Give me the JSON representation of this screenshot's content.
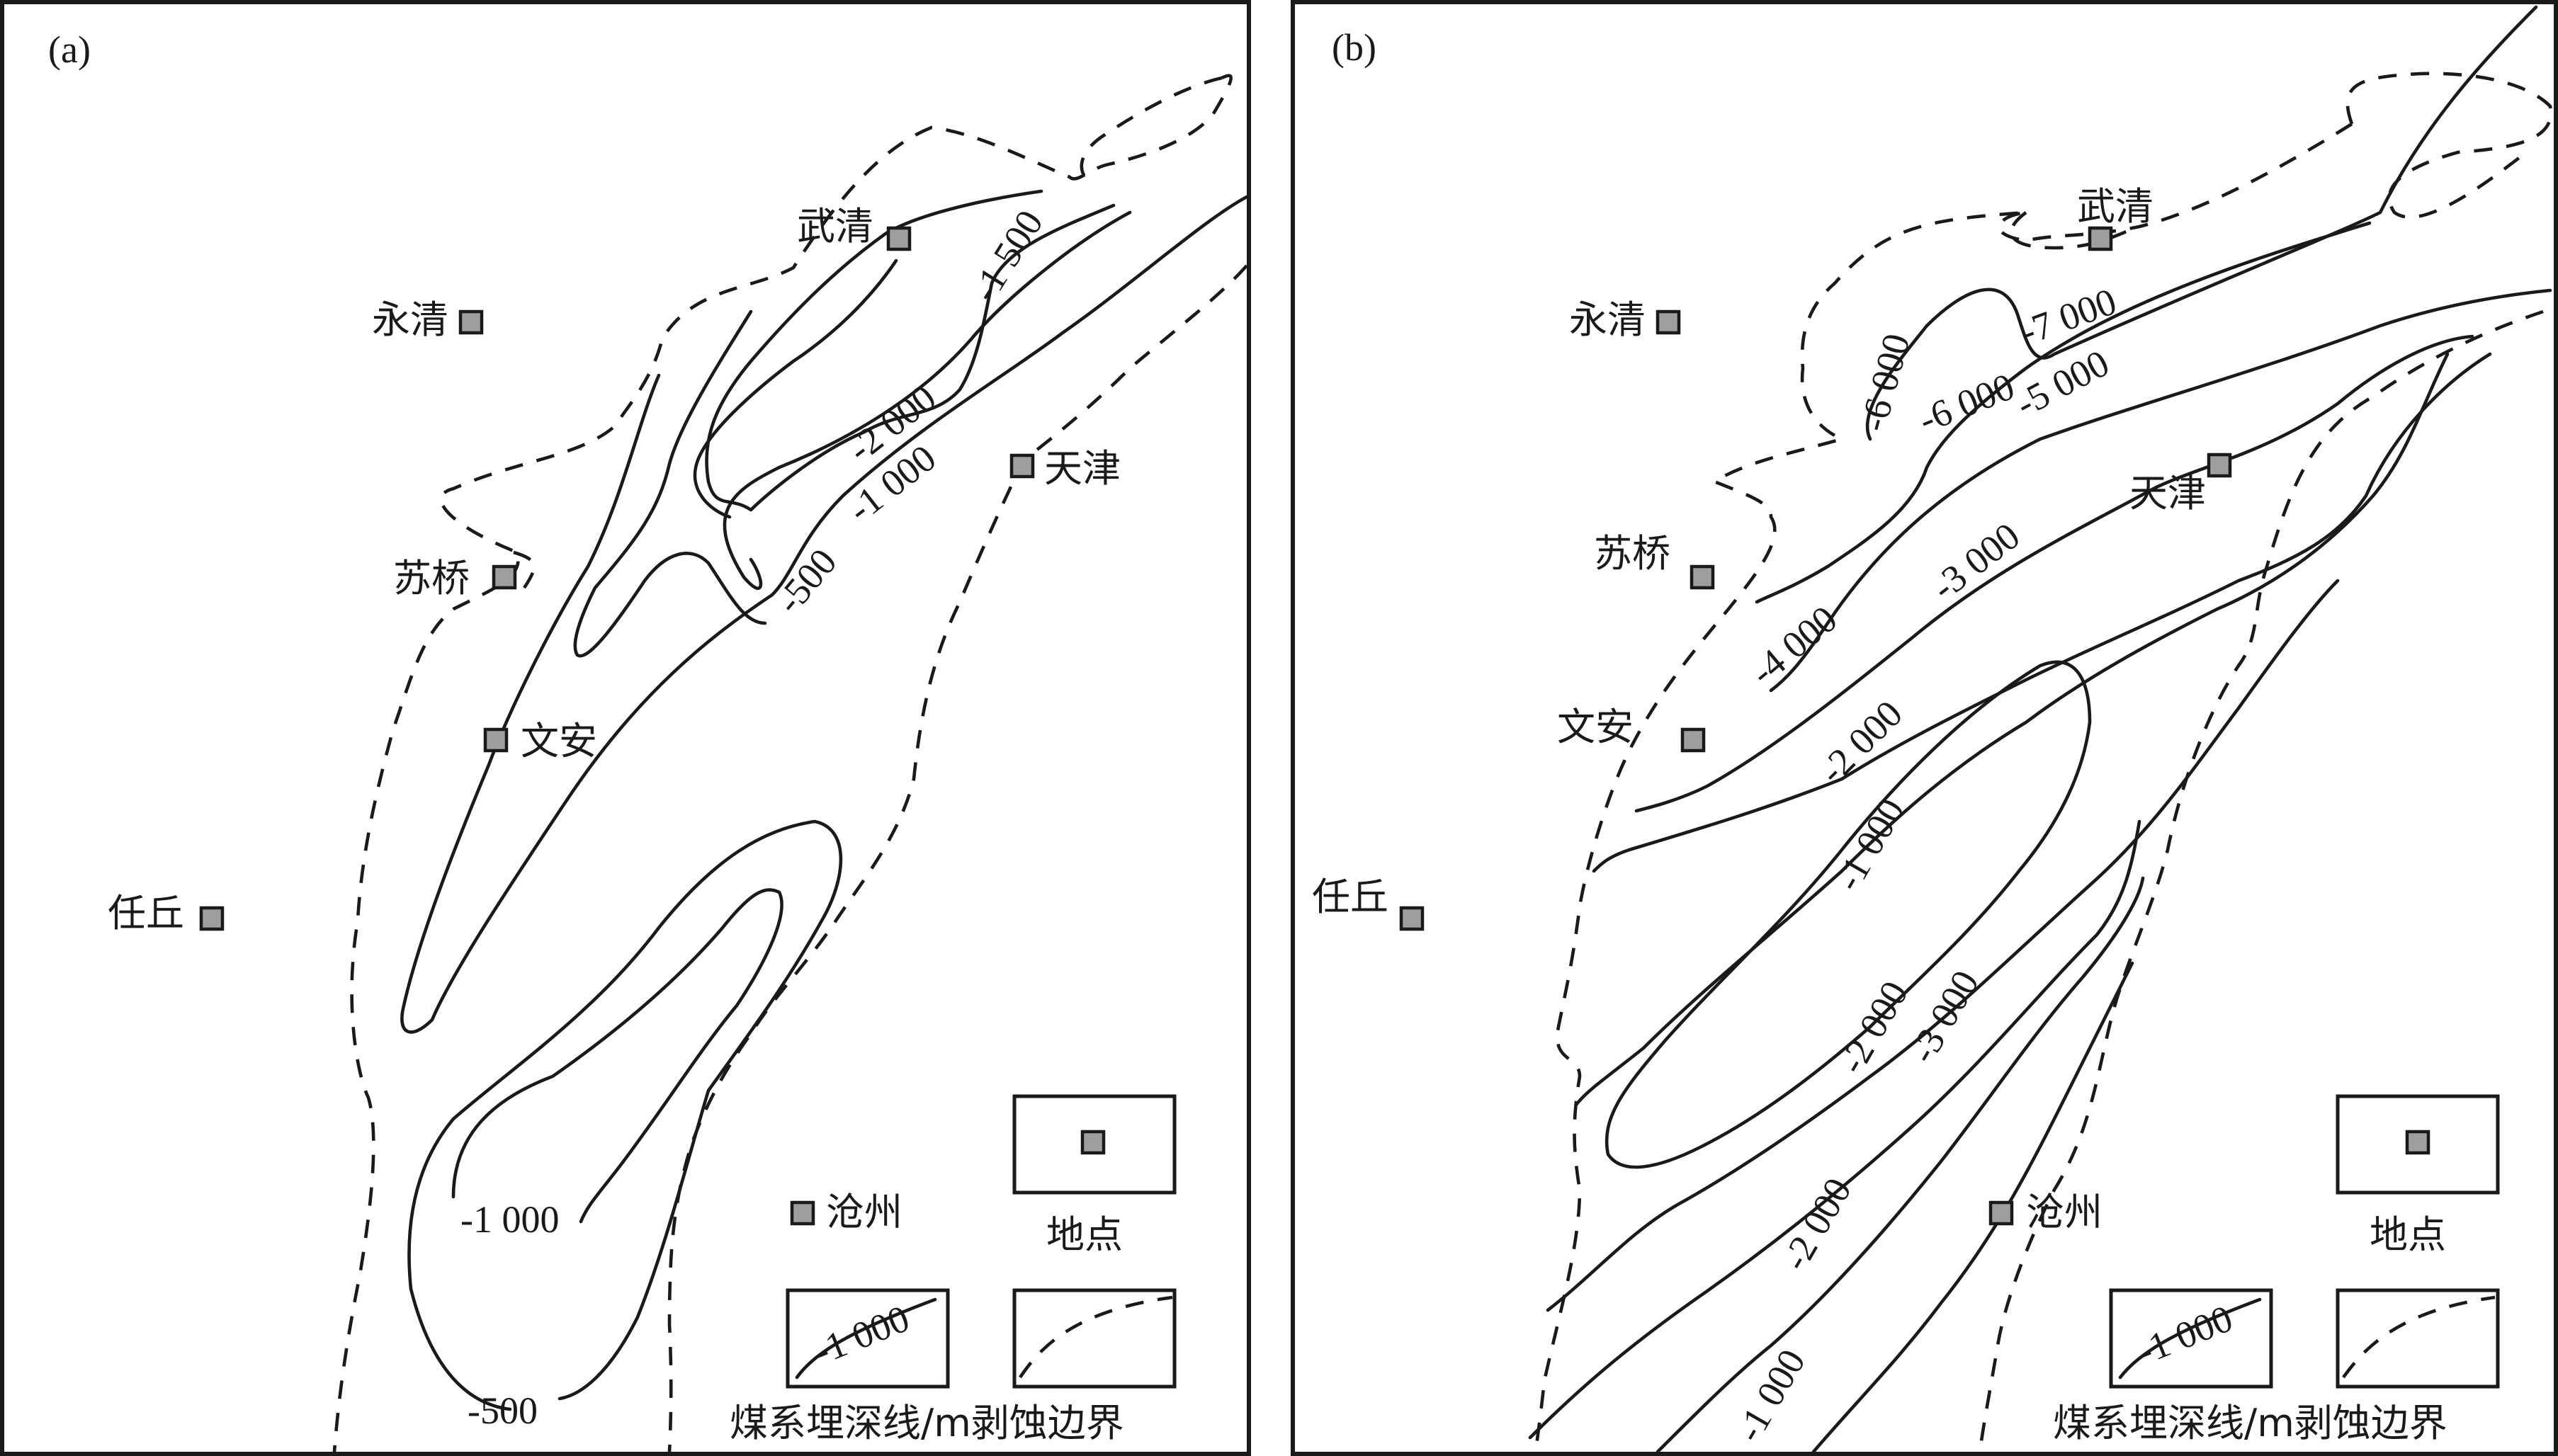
{
  "panels": [
    {
      "label": "(a)",
      "places": {
        "wuqing": "武清",
        "yongqing": "永清",
        "suqiao": "苏桥",
        "wenan": "文安",
        "tianjin": "天津",
        "renqiu": "任丘",
        "cangzhou": "沧州"
      },
      "contour_labels": [
        "-1 500",
        "-2 000",
        "-1 000",
        "-500",
        "-1 000",
        "-500"
      ]
    },
    {
      "label": "(b)",
      "places": {
        "wuqing": "武清",
        "yongqing": "永清",
        "suqiao": "苏桥",
        "wenan": "文安",
        "tianjin": "天津",
        "renqiu": "任丘",
        "cangzhou": "沧州"
      },
      "contour_labels": [
        "-7 000",
        "-6 000",
        "-6 000",
        "-5 000",
        "-4 000",
        "-3 000",
        "-2 000",
        "-1 000",
        "-2 000",
        "-3 000",
        "-2 000",
        "-1 000"
      ]
    }
  ],
  "legend": {
    "location_label": "地点",
    "depth_line_sample": "-1 000",
    "caption": "煤系埋深线/m剥蚀边界"
  },
  "colors": {
    "marker_fill": "#9e9e9e",
    "line": "#1a1a1a",
    "background": "#ffffff"
  }
}
